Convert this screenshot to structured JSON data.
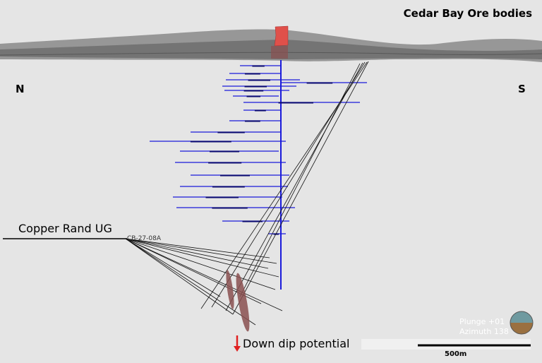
{
  "title": "Cedar Bay Ore bodies",
  "compass": {
    "north": "N",
    "south": "S"
  },
  "labels": {
    "copper_rand": "Copper Rand UG",
    "drill_hole": "CB-27-08A",
    "down_dip": "Down dip potential"
  },
  "view": {
    "plunge": "Plunge +01",
    "azimuth": "Azimuth 138"
  },
  "scale_bar": {
    "label": "500m"
  },
  "colors": {
    "drill_blue": "#1a1adb",
    "ore_red": "#e0504a",
    "ore_body": "#8a5050",
    "arrow": "#e02020"
  }
}
